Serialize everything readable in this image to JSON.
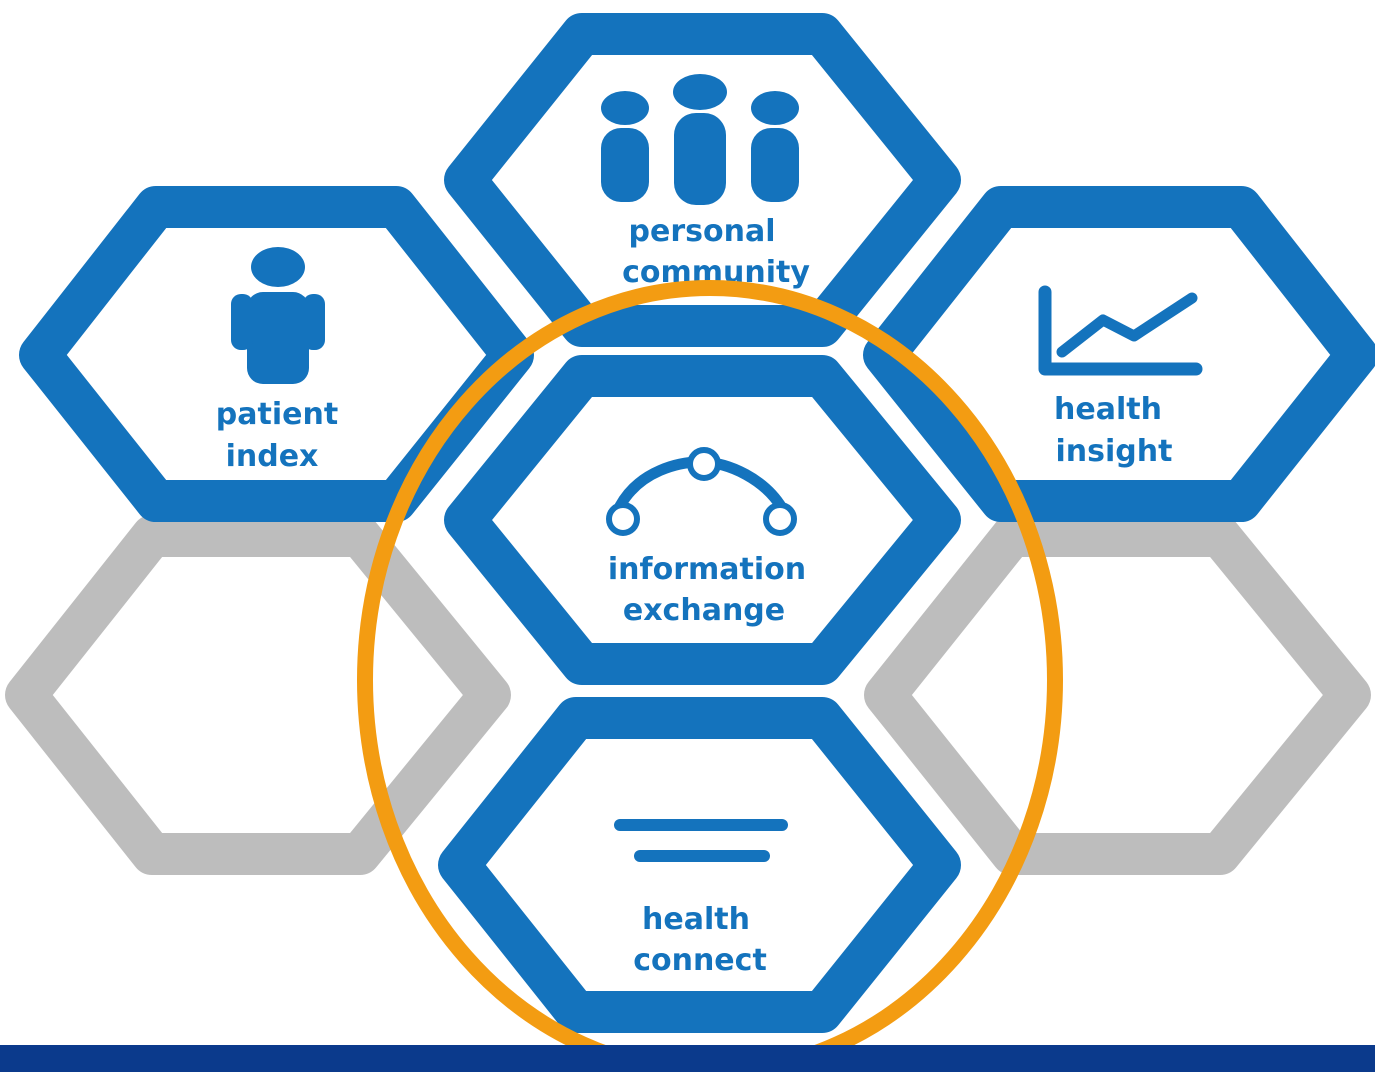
{
  "colors": {
    "primary_blue": "#1473BD",
    "inactive_grey": "#BDBDBD",
    "highlight_orange": "#F39C12",
    "footer_navy": "#0B3A8C",
    "tile_white": "#FFFFFF"
  },
  "modules": {
    "personal_community": {
      "icon": "people-group-icon",
      "line1": "personal",
      "line2": "community"
    },
    "patient_index": {
      "icon": "person-icon",
      "line1": "patient",
      "line2": "index"
    },
    "health_insight": {
      "icon": "trend-chart-icon",
      "line1": "health",
      "line2": "insight"
    },
    "information_exchange": {
      "icon": "network-arc-icon",
      "line1": "information",
      "line2": "exchange"
    },
    "health_connect": {
      "icon": "lines-icon",
      "line1": "health",
      "line2": "connect"
    }
  },
  "highlight": {
    "shape": "ellipse",
    "target": "information_exchange, health_connect"
  }
}
